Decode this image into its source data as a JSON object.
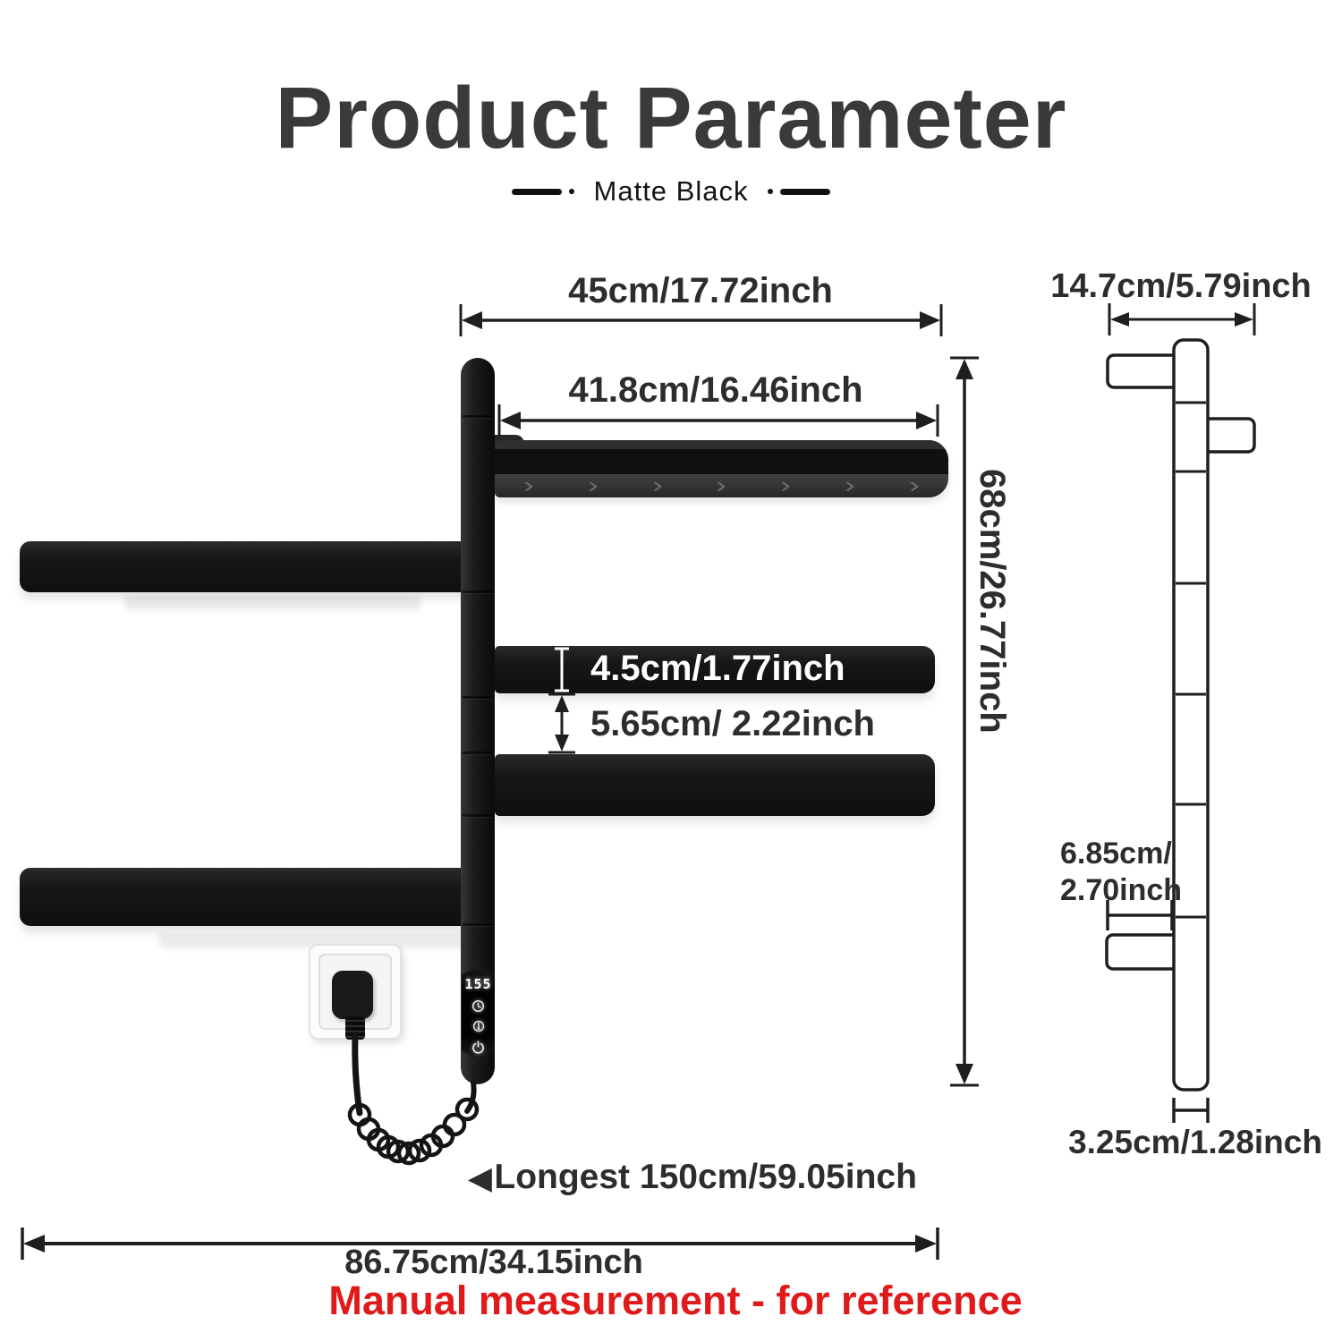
{
  "header": {
    "title": "Product Parameter",
    "subtitle": "Matte Black"
  },
  "front_view": {
    "top_width": "45cm/17.72inch",
    "shelf_width": "41.8cm/16.46inch",
    "height": "68cm/26.77inch",
    "bar_thickness": "4.5cm/1.77inch",
    "bar_spacing": "5.65cm/ 2.22inch",
    "cable_length": "Longest 150cm/59.05inch",
    "total_width": "86.75cm/34.15inch",
    "display_readout": "155"
  },
  "side_view": {
    "width": "14.7cm/5.79inch",
    "depth_line1": "6.85cm/",
    "depth_line2": "2.70inch",
    "bottom_width": "3.25cm/1.28inch"
  },
  "footer": {
    "note": "Manual measurement - for reference"
  },
  "icons": {
    "left_arrow": "◀",
    "shelf_chevron": "›"
  },
  "colors": {
    "accent_red": "#e01a1a",
    "product_black": "#1b1b1b",
    "title_ink": "#3a3a3a",
    "dimension_ink": "#2d2d2d"
  }
}
